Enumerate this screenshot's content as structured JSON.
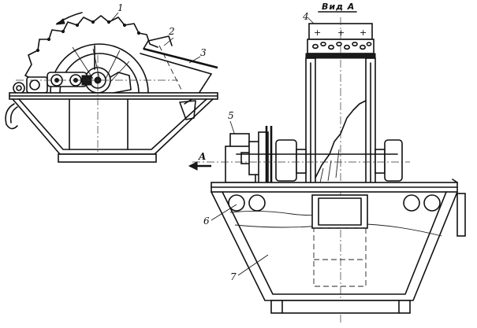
{
  "view_title": "Вид А",
  "section_mark": "A",
  "callouts": [
    "1",
    "2",
    "3",
    "4",
    "5",
    "6",
    "7"
  ]
}
